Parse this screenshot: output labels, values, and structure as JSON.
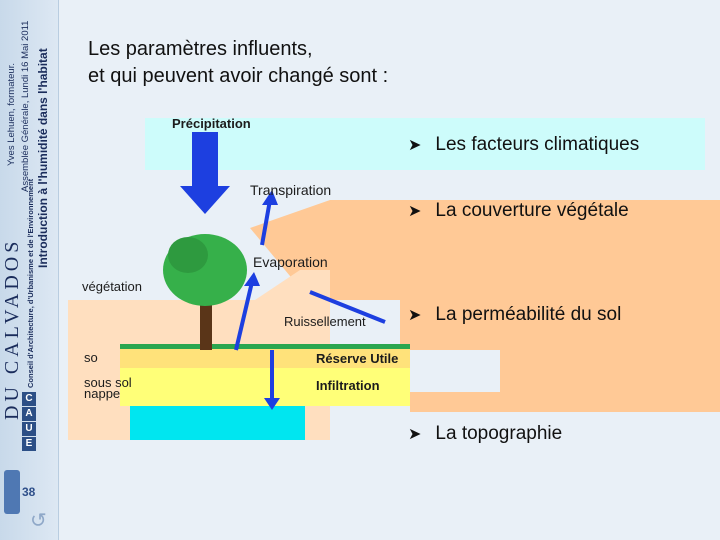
{
  "sidebar": {
    "meta_line1": "Yves Lehuen, formateur.",
    "meta_line2": "Assemblée Générale, Lundi 16 Mai 2011",
    "intro": "Introduction à l'humidité dans l'habitat",
    "calvados": "DU CALVADOS",
    "caue": "Conseil d'Architecture, d'Urbanisme et de l'Environnement",
    "caue_letters": [
      "C",
      "A",
      "U",
      "E"
    ],
    "page_number": "38"
  },
  "slide": {
    "title_line1": "Les paramètres influents,",
    "title_line2": "et qui peuvent avoir changé sont :"
  },
  "bullets": [
    "Les facteurs climatiques",
    "La couverture végétale",
    "La perméabilité du sol",
    "La topographie"
  ],
  "diagram": {
    "precipitation": "Précipitation",
    "transpiration": "Transpiration",
    "evaporation": "Evaporation",
    "vegetation": "végétation",
    "ruissellement": "Ruissellement",
    "sol": "so",
    "sous_sol": "sous sol",
    "nappe": "nappe",
    "reserve_utile": "Réserve Utile",
    "infiltration": "Infiltration"
  },
  "colors": {
    "sky": "#cdfcfb",
    "ground": "#ffc996",
    "soil_yellow": "#ffff78",
    "water": "#00e6f0",
    "arrow_blue": "#1d3fe0",
    "tree_green": "#36b04a"
  }
}
